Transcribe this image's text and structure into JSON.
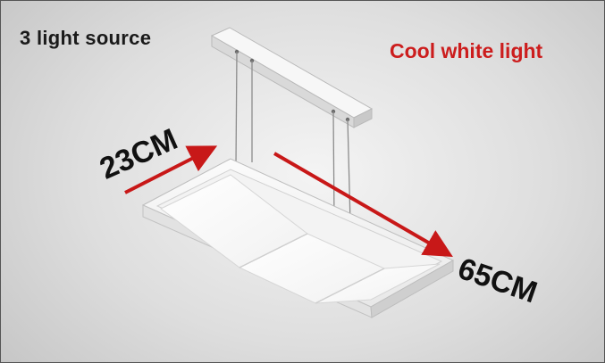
{
  "image": {
    "caption": "3 light source",
    "headline": "Cool white light",
    "dimension_width": "23CM",
    "dimension_length": "65CM"
  },
  "colors": {
    "accent_red": "#cc1d1d",
    "arrow_red": "#c81818",
    "panel_glow": "#ffffff",
    "background": "#dcdcdc"
  },
  "scene": {
    "subject": "rectangular-led-pendant-light",
    "light_panels": 3,
    "suspension_wires": 4
  }
}
